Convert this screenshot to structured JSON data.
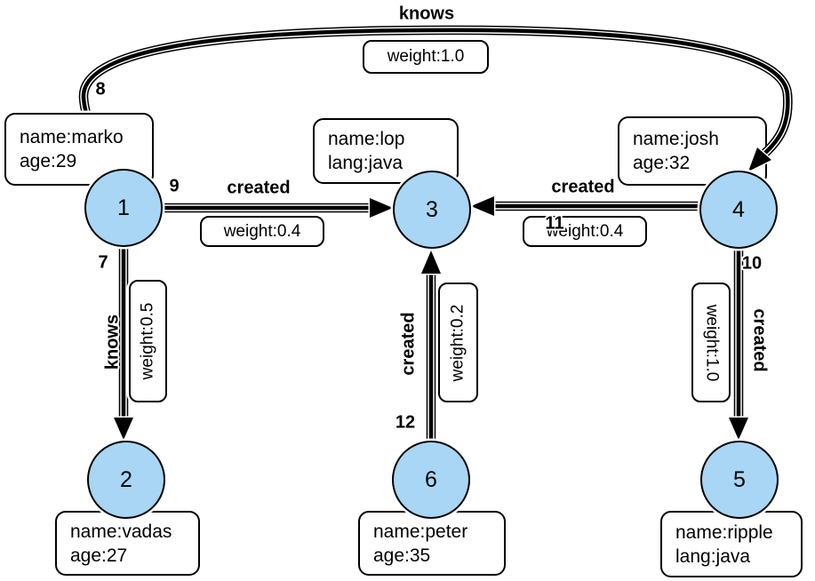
{
  "colors": {
    "node_fill": "#A8D6F4",
    "stroke": "#000000",
    "box_fill": "#FFFFFF"
  },
  "graph": {
    "nodes": [
      {
        "id": "1",
        "props": [
          "name:marko",
          "age:29"
        ]
      },
      {
        "id": "2",
        "props": [
          "name:vadas",
          "age:27"
        ]
      },
      {
        "id": "3",
        "props": [
          "name:lop",
          "lang:java"
        ]
      },
      {
        "id": "4",
        "props": [
          "name:josh",
          "age:32"
        ]
      },
      {
        "id": "5",
        "props": [
          "name:ripple",
          "lang:java"
        ]
      },
      {
        "id": "6",
        "props": [
          "name:peter",
          "age:35"
        ]
      }
    ],
    "edges": [
      {
        "id": "8",
        "label": "knows",
        "weight": "weight:1.0",
        "from": "1",
        "to": "4"
      },
      {
        "id": "9",
        "label": "created",
        "weight": "weight:0.4",
        "from": "1",
        "to": "3"
      },
      {
        "id": "11",
        "label": "created",
        "weight": "weight:0.4",
        "from": "4",
        "to": "3"
      },
      {
        "id": "7",
        "label": "knows",
        "weight": "weight:0.5",
        "from": "1",
        "to": "2"
      },
      {
        "id": "12",
        "label": "created",
        "weight": "weight:0.2",
        "from": "6",
        "to": "3"
      },
      {
        "id": "10",
        "label": "created",
        "weight": "weight:1.0",
        "from": "4",
        "to": "5"
      }
    ]
  }
}
